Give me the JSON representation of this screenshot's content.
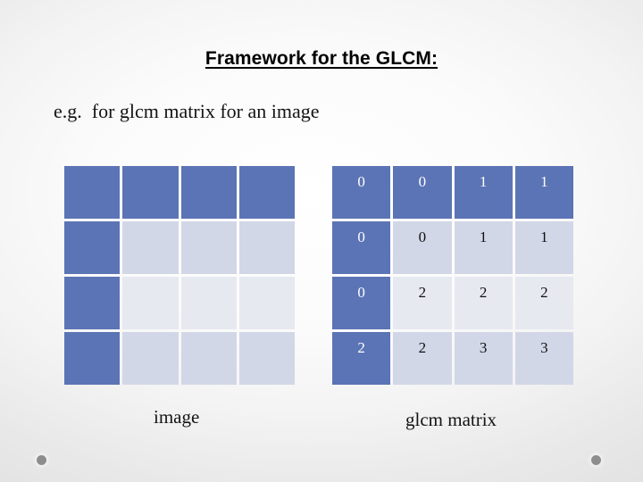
{
  "slide": {
    "title": "Framework for the GLCM:",
    "subtitle": "e.g.  for glcm matrix for an image",
    "background_color": "#f2f2f2",
    "accent_color": "#5b74b5"
  },
  "image_table": {
    "caption": "image",
    "rows": 4,
    "columns": 4,
    "cells": [
      [
        "",
        "",
        "",
        ""
      ],
      [
        "",
        "",
        "",
        ""
      ],
      [
        "",
        "",
        "",
        ""
      ],
      [
        "",
        "",
        "",
        ""
      ]
    ],
    "cell_styles": [
      [
        "blue",
        "blue",
        "blue",
        "blue"
      ],
      [
        "blue",
        "band-a",
        "band-a",
        "band-a"
      ],
      [
        "blue",
        "band-b",
        "band-b",
        "band-b"
      ],
      [
        "blue",
        "band-a",
        "band-a",
        "band-a"
      ]
    ]
  },
  "glcm_table": {
    "caption": "glcm matrix",
    "rows": 4,
    "columns": 4,
    "cells": [
      [
        "0",
        "0",
        "1",
        "1"
      ],
      [
        "0",
        "0",
        "1",
        "1"
      ],
      [
        "0",
        "2",
        "2",
        "2"
      ],
      [
        "2",
        "2",
        "3",
        "3"
      ]
    ],
    "cell_styles": [
      [
        "blue",
        "blue",
        "blue",
        "blue"
      ],
      [
        "blue",
        "band-a",
        "band-a",
        "band-a"
      ],
      [
        "blue",
        "band-b",
        "band-b",
        "band-b"
      ],
      [
        "blue",
        "band-a",
        "band-a",
        "band-a"
      ]
    ]
  },
  "decorations": {
    "dot_left": "bullet-dot",
    "dot_right": "bullet-dot"
  }
}
